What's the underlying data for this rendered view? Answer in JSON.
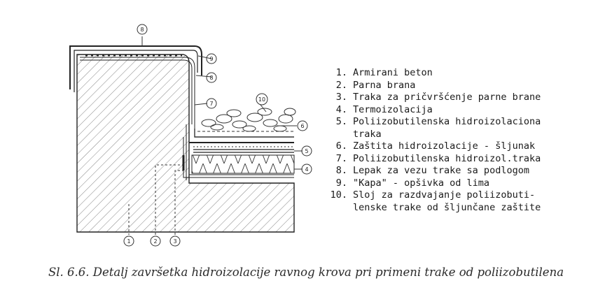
{
  "legend": [
    {
      "num": "1.",
      "text": "Armirani beton"
    },
    {
      "num": "2.",
      "text": "Parna brana"
    },
    {
      "num": "3.",
      "text": "Traka za pričvršćenje parne brane"
    },
    {
      "num": "4.",
      "text": "Termoizolacija"
    },
    {
      "num": "5.",
      "text": "Poliizobutilenska hidroizolaciona"
    },
    {
      "num": "",
      "text": "traka"
    },
    {
      "num": "6.",
      "text": "Zaštita hidroizolacije - šljunak"
    },
    {
      "num": "7.",
      "text": "Poliizobutilenska hidroizol.traka"
    },
    {
      "num": "8.",
      "text": "Lepak za vezu trake sa podlogom"
    },
    {
      "num": "9.",
      "text": "\"Kapa\" - opšivka od lima"
    },
    {
      "num": "10.",
      "text": "Sloj za razdvajanje poliizobuti-"
    },
    {
      "num": "",
      "text": "lenske trake od šljunčane zaštite"
    }
  ],
  "callouts": [
    "8",
    "9",
    "8",
    "7",
    "10",
    "6",
    "5",
    "4",
    "1",
    "2",
    "3"
  ],
  "caption": "Sl. 6.6. Detalj završetka hidroizolacije ravnog krova pri primeni trake od poliizobutilena"
}
